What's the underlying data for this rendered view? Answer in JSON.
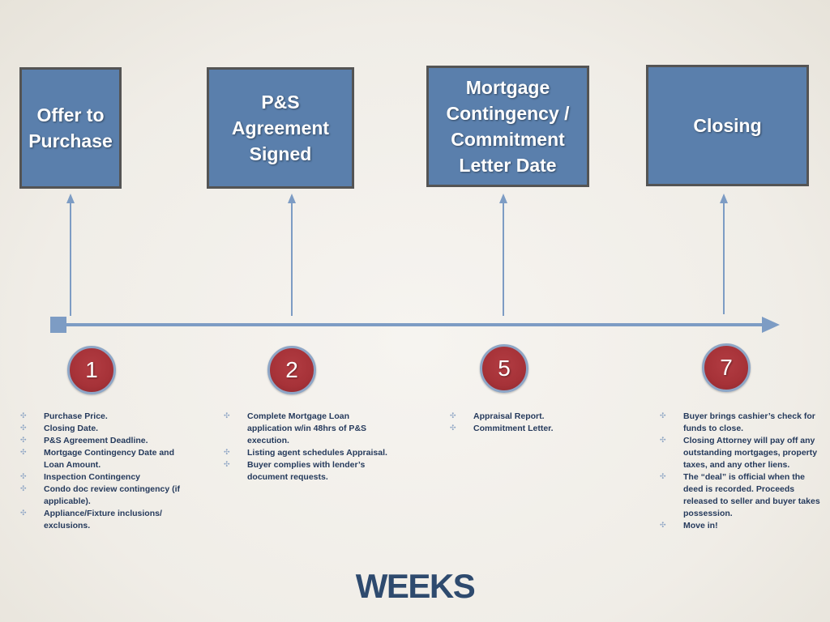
{
  "slide": {
    "milestones": [
      {
        "title": "Offer to Purchase",
        "week": "1",
        "items": [
          "Purchase Price.",
          "Closing Date.",
          "P&S Agreement Deadline.",
          "Mortgage Contingency Date and Loan Amount.",
          "Inspection Contingency",
          "Condo doc review contingency (if applicable).",
          "Appliance/Fixture inclusions/ exclusions."
        ]
      },
      {
        "title": "P&S Agreement Signed",
        "week": "2",
        "items": [
          "Complete Mortgage Loan application w/in 48hrs of P&S execution.",
          "Listing agent schedules Appraisal.",
          "Buyer complies with lender’s document requests."
        ]
      },
      {
        "title": "Mortgage Contingency / Commitment Letter Date",
        "week": "5",
        "items": [
          "Appraisal Report.",
          "Commitment Letter."
        ]
      },
      {
        "title": "Closing",
        "week": "7",
        "items": [
          "Buyer brings cashier’s check for funds to close.",
          "Closing Attorney will pay off any outstanding mortgages, property taxes, and any other liens.",
          "The “deal” is official when the deed is recorded. Proceeds released to seller and buyer takes possession.",
          "Move in!"
        ]
      }
    ],
    "logo_text": "WEEKS"
  },
  "colors": {
    "box_fill": "#5a7fac",
    "box_border": "#545454",
    "arrow": "#7d9cc4",
    "circle_fill": "#a63238",
    "circle_border": "#8ea6c6",
    "text": "#253a5c",
    "logo": "#2e4a6e"
  }
}
